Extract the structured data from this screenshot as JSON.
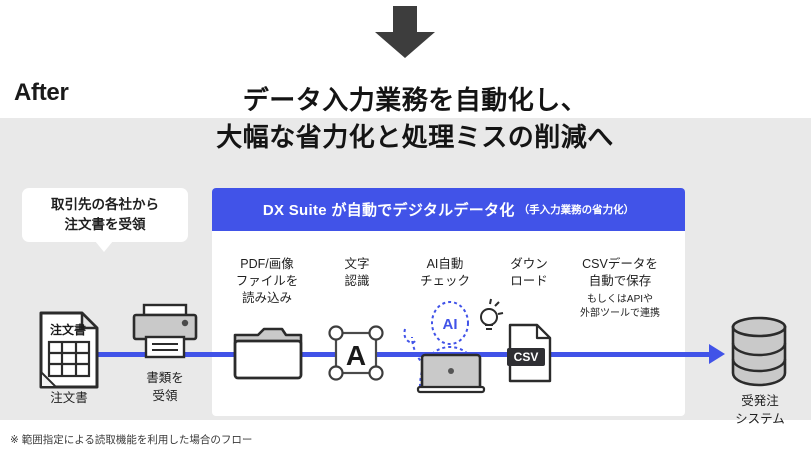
{
  "slide": {
    "section_tag": "After",
    "headline_line1": "データ入力業務を自動化し、",
    "headline_line2": "大幅な省力化と処理ミスの削減へ",
    "footnote": "※ 範囲指定による読取機能を利用した場合のフロー"
  },
  "colors": {
    "accent_blue": "#4153e8",
    "band_gray": "#e9e9e9",
    "panel_white": "#ffffff",
    "arrow_dark": "#3d3d3d",
    "text_dark": "#1f1f1f",
    "icon_fill_gray": "#c9c9c9"
  },
  "callout": {
    "text": "取引先の各社から\n注文書を受領"
  },
  "panel": {
    "banner_main": "DX Suite が自動でデジタルデータ化",
    "banner_sub": "（手入力業務の省力化）"
  },
  "steps": [
    {
      "label": "PDF/画像\nファイルを\n読み込み",
      "icon": "folder-icon"
    },
    {
      "label": "文字\n認識",
      "icon": "text-recognition-icon"
    },
    {
      "label": "AI自動\nチェック",
      "icon": "ai-check-icon"
    },
    {
      "label": "ダウン\nロード",
      "icon": "csv-file-icon"
    },
    {
      "label": "CSVデータを\n自動で保存",
      "sub": "もしくはAPIや\n外部ツールで連携",
      "icon": "database-icon"
    }
  ],
  "left_flow": [
    {
      "label": "注文書",
      "icon": "order-document-icon"
    },
    {
      "label": "書類を\n受領",
      "icon": "printer-icon"
    }
  ],
  "right_flow": [
    {
      "label": "受発注\nシステム",
      "icon": "database-icon"
    }
  ]
}
